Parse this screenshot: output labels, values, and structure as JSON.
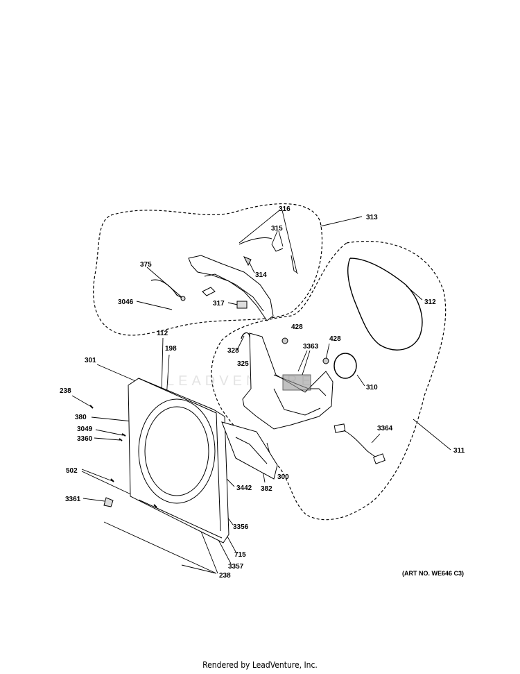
{
  "diagram": {
    "callouts": {
      "c316": "316",
      "c313": "313",
      "c315": "315",
      "c314": "314",
      "c375": "375",
      "c3046": "3046",
      "c317": "317",
      "c312": "312",
      "c428a": "428",
      "c428b": "428",
      "c3363": "3363",
      "c328": "328",
      "c325": "325",
      "c310": "310",
      "c112": "112",
      "c198": "198",
      "c301": "301",
      "c238a": "238",
      "c380": "380",
      "c3049": "3049",
      "c3360": "3360",
      "c3364": "3364",
      "c311": "311",
      "c502": "502",
      "c300": "300",
      "c3442": "3442",
      "c382": "382",
      "c3361": "3361",
      "c3356": "3356",
      "c715": "715",
      "c3357": "3357",
      "c238b": "238"
    },
    "watermark": "LEADVENTURE",
    "art_number": "(ART NO. WE646 C3)",
    "footer": "Rendered by LeadVenture, Inc."
  }
}
